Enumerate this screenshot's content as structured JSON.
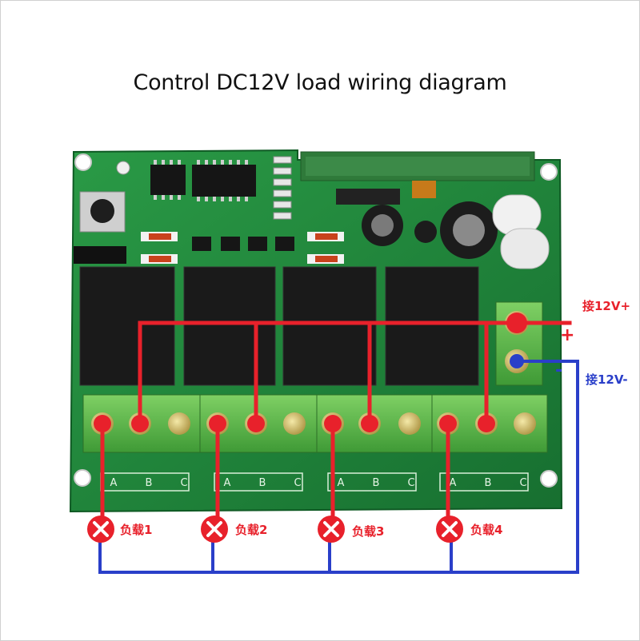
{
  "title": "Control DC12V load wiring diagram",
  "supply": {
    "positive_label": "接12V+",
    "negative_label": "接12V-",
    "plus_sign": "+",
    "minus_sign": "-"
  },
  "terminal_labels": [
    "A",
    "B",
    "C"
  ],
  "loads": [
    {
      "label": "负载1"
    },
    {
      "label": "负载2"
    },
    {
      "label": "负载3"
    },
    {
      "label": "负载4"
    }
  ],
  "colors": {
    "positive_wire": "#e8212b",
    "negative_wire": "#2a3fc9",
    "pcb": "#1f8a3c",
    "terminal_block": "#5dbb4a",
    "relay": "#1a1a1a"
  }
}
